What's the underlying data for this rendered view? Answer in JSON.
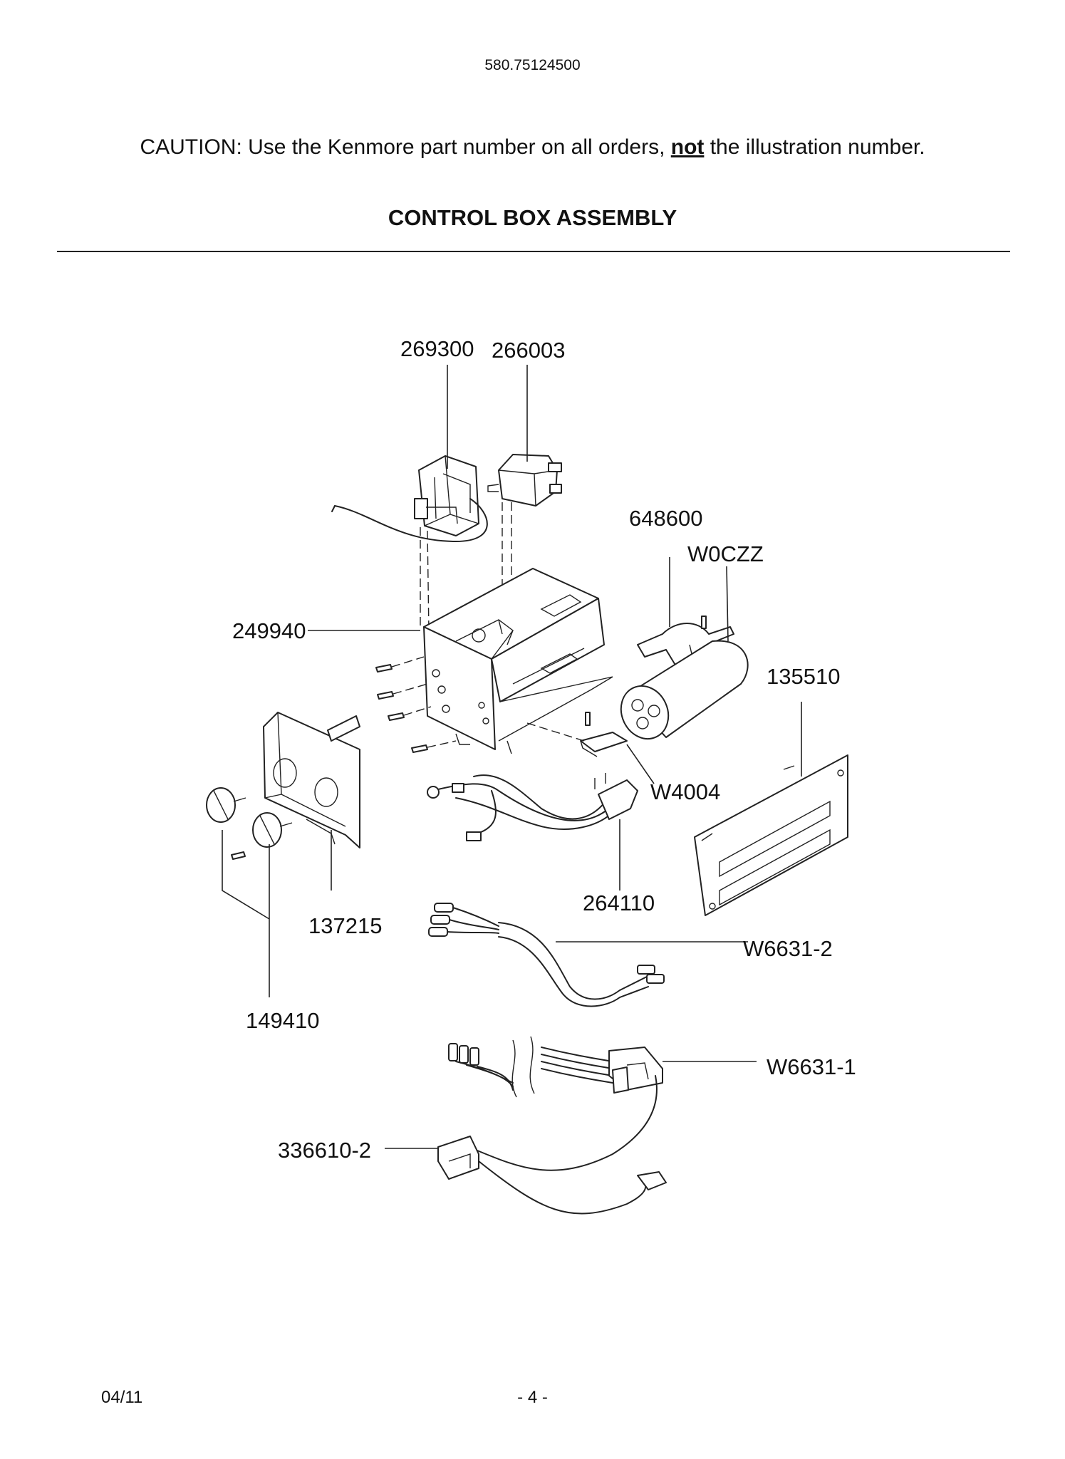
{
  "header": {
    "model_number": "580.75124500",
    "caution_prefix": "CAUTION: Use the Kenmore part number on all orders, ",
    "caution_emphasis": "not",
    "caution_suffix": " the illustration number.",
    "title": "CONTROL BOX ASSEMBLY"
  },
  "diagram": {
    "labels": {
      "p269300": "269300",
      "p266003": "266003",
      "p648600": "648600",
      "w0czz": "W0CZZ",
      "p249940": "249940",
      "p135510": "135510",
      "w4004": "W4004",
      "p264110": "264110",
      "p137215": "137215",
      "w6631_2": "W6631-2",
      "p149410": "149410",
      "w6631_1": "W6631-1",
      "p336610_2": "336610-2"
    }
  },
  "footer": {
    "date": "04/11",
    "page": "- 4 -"
  }
}
